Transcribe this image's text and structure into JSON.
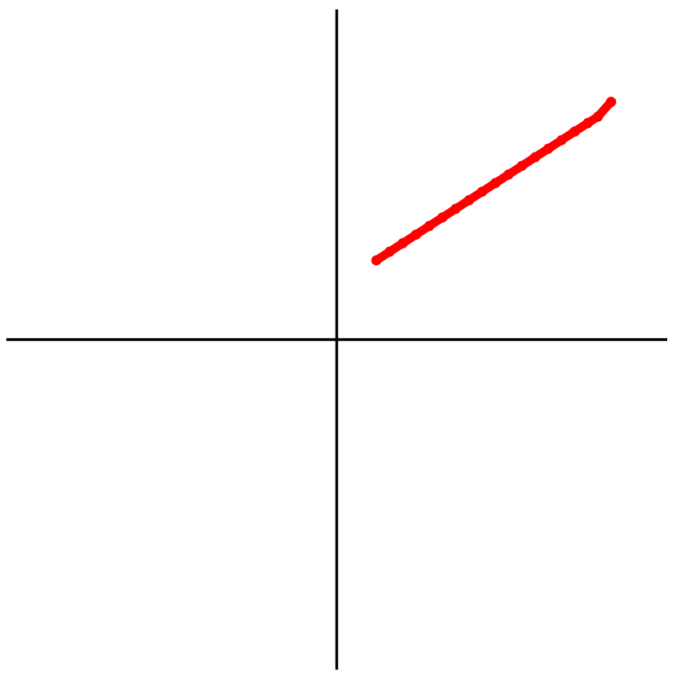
{
  "chart_data": {
    "type": "scatter",
    "title": "",
    "xlabel": "",
    "ylabel": "",
    "xlim": [
      -1,
      1
    ],
    "ylim": [
      -1,
      1
    ],
    "grid": false,
    "axes_color": "#000000",
    "series": [
      {
        "color": "#ff0000",
        "x": [
          0.12,
          0.16,
          0.2,
          0.24,
          0.28,
          0.32,
          0.36,
          0.4,
          0.44,
          0.48,
          0.52,
          0.56,
          0.6,
          0.64,
          0.68,
          0.72,
          0.76,
          0.79,
          0.83
        ],
        "y": [
          0.24,
          0.266,
          0.292,
          0.318,
          0.344,
          0.37,
          0.396,
          0.422,
          0.448,
          0.474,
          0.5,
          0.526,
          0.552,
          0.578,
          0.604,
          0.63,
          0.656,
          0.675,
          0.72
        ]
      }
    ]
  }
}
